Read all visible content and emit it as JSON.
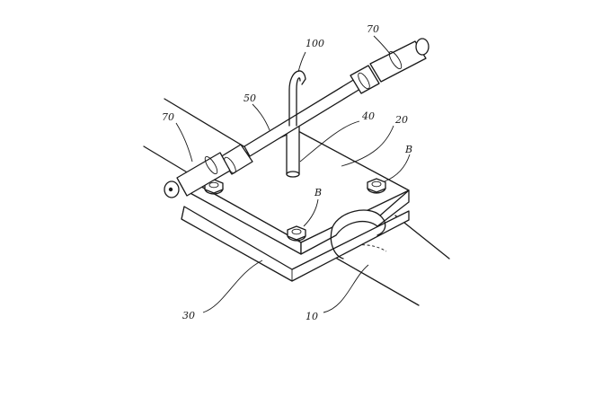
{
  "labels": {
    "ref_100": "100",
    "ref_70_top": "70",
    "ref_70_left": "70",
    "ref_50": "50",
    "ref_40": "40",
    "ref_20": "20",
    "ref_b_right": "B",
    "ref_b_center": "B",
    "ref_30": "30",
    "ref_10": "10"
  }
}
